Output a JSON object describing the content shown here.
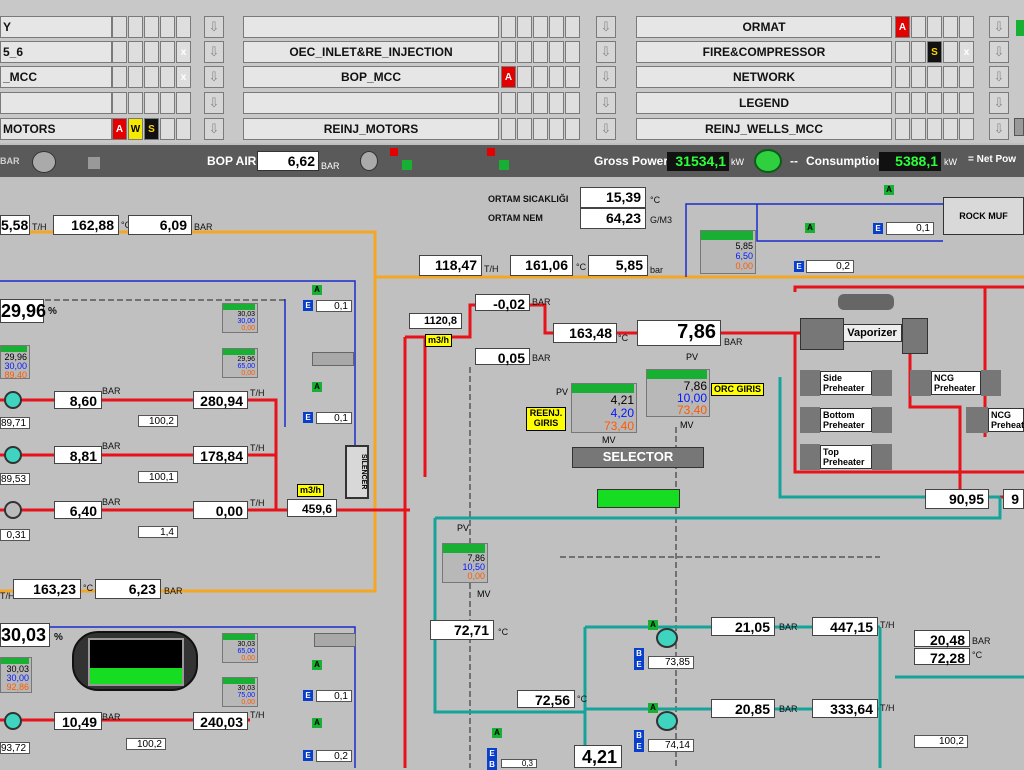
{
  "nav": {
    "col1": [
      {
        "label": "Y",
        "flags": []
      },
      {
        "label": "5_6",
        "flags": [],
        "x": true
      },
      {
        "label": "_MCC",
        "flags": [],
        "x": true
      },
      {
        "label": "",
        "flags": []
      },
      {
        "label": "MOTORS",
        "flags": [
          "A",
          "W",
          "S"
        ]
      }
    ],
    "col2": [
      {
        "label": "",
        "flags": []
      },
      {
        "label": "OEC_INLET&RE_INJECTION",
        "flags": []
      },
      {
        "label": "BOP_MCC",
        "flags": [
          "A"
        ]
      },
      {
        "label": "",
        "flags": []
      },
      {
        "label": "REINJ_MOTORS",
        "flags": []
      }
    ],
    "col3": [
      {
        "label": "ORMAT",
        "flags": [
          "A"
        ]
      },
      {
        "label": "FIRE&COMPRESSOR",
        "flags": [
          "S"
        ],
        "x": true
      },
      {
        "label": "NETWORK",
        "flags": []
      },
      {
        "label": "LEGEND",
        "flags": []
      },
      {
        "label": "REINJ_WELLS_MCC",
        "flags": []
      }
    ]
  },
  "status": {
    "bar_unit": "BAR",
    "bop_air_label": "BOP AIR",
    "bop_air_value": "6,62",
    "bop_air_unit": "BAR",
    "gross_label": "Gross Power",
    "gross_value": "31534,1",
    "gross_unit": "kW",
    "dash": "--",
    "consumption_label": "Consumption",
    "consumption_value": "5388,1",
    "consumption_unit": "kW",
    "net_label": "= Net Pow"
  },
  "process": {
    "top_vals": {
      "v1": "5,58",
      "u1": "T/H",
      "v2": "162,88",
      "u2": "°C",
      "v3": "6,09",
      "u3": "BAR"
    },
    "ambient_temp_label": "ORTAM SICAKLIĞI",
    "ambient_temp": "15,39",
    "ambient_temp_unit": "°C",
    "ambient_hum_label": "ORTAM NEM",
    "ambient_hum": "64,23",
    "ambient_hum_unit": "G/M3",
    "rock_label": "ROCK MUF",
    "ctrl_top": {
      "a": "5,85",
      "b": "6,50",
      "c": "0,00"
    },
    "e_val_1": "0,1",
    "e_val_2": "0,2",
    "main_flow": "118,47",
    "main_flow_unit": "T/H",
    "main_temp": "161,06",
    "main_temp_unit": "°C",
    "main_press": "5,85",
    "main_press_unit": "bar",
    "pct_main": "29,96",
    "pct_sign": "%",
    "flow_1120": "1120,8",
    "unit_m3h": "m3/h",
    "dp_top": "-0,02",
    "dp_bot": "0,05",
    "bar": "BAR",
    "temp_16348": "163,48",
    "press_786": "7,86",
    "vaporizer": "Vaporizer",
    "side_pre": "Side Preheater",
    "ncg_pre": "NCG Preheater",
    "bottom_pre": "Bottom Preheater",
    "ncg_pre2": "NCG Preheat",
    "top_pre": "Top Preheater",
    "reenj": "REENJ. GIRIS",
    "orc_giris": "ORC GIRIS",
    "pv": "PV",
    "mv": "MV",
    "ctrl_reenj": {
      "a": "4,21",
      "b": "4,20",
      "c": "73,40"
    },
    "ctrl_orc": {
      "a": "7,86",
      "b": "10,00",
      "c": "73,40"
    },
    "selector": "SELECTOR",
    "pct_9095": "90,95",
    "val_9": "9",
    "left_small": {
      "a": "30,03",
      "b": "30,00",
      "c": "0,00",
      "d": "29,96",
      "e": "65,00",
      "f": "0,00"
    },
    "left_ctrl1": {
      "a": "29,96",
      "b": "30,00",
      "c": "89,40"
    },
    "e01a": "0,1",
    "e01b": "0,1",
    "pumps1": [
      {
        "press": "8,60",
        "flow": "280,94",
        "speed": "100,2",
        "amp": "89,71"
      },
      {
        "press": "8,81",
        "flow": "178,84",
        "speed": "100,1",
        "amp": "89,53"
      },
      {
        "press": "6,40",
        "flow": "0,00",
        "speed": "1,4",
        "amp": "0,31"
      }
    ],
    "th": "T/H",
    "silencer": "SILENCER",
    "flow_4596": "459,6",
    "bot_vals": {
      "v1": "163,23",
      "u1": "°C",
      "v2": "6,23",
      "u2": "BAR"
    },
    "pct_2": "30,03",
    "left_ctrl2": {
      "a": "30,03",
      "b": "30,00",
      "c": "92,86"
    },
    "small2": {
      "a": "30,03",
      "b": "65,00",
      "c": "0,00",
      "d": "30,03",
      "e": "75,00",
      "f": "0,00"
    },
    "e02a": "0,1",
    "e02b": "0,2",
    "pumps2": [
      {
        "press": "10,49",
        "flow": "240,03",
        "speed": "100,2",
        "amp": "93,72"
      }
    ],
    "ctrl_mid": {
      "a": "7,86",
      "b": "10,50",
      "c": "0,00"
    },
    "temp_7271": "72,71",
    "temp_7256": "72,56",
    "press_421": "4,21",
    "e_03": "0,3",
    "rp1": {
      "press": "21,05",
      "flow": "447,15",
      "amp": "73,85"
    },
    "rp2": {
      "press": "20,85",
      "flow": "333,64",
      "amp": "74,14"
    },
    "r_p": "20,48",
    "r_t": "72,28",
    "r_speed": "100,2"
  },
  "colors": {
    "hot": "#e8121a",
    "orange": "#f5a623",
    "blue": "#1a2ccc",
    "teal": "#15a39a",
    "green": "#17b033"
  }
}
